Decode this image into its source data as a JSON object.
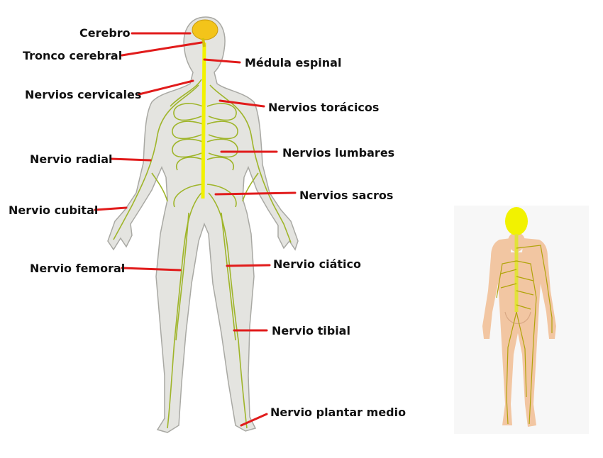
{
  "labels": {
    "cerebro": "Cerebro",
    "tronco": "Tronco cerebral",
    "medula": "Médula espinal",
    "cervicales": "Nervios cervicales",
    "toracicos": "Nervios torácicos",
    "radial": "Nervio radial",
    "lumbares": "Nervios lumbares",
    "sacros": "Nervios sacros",
    "cubital": "Nervio cubital",
    "femoral": "Nervio femoral",
    "ciatico": "Nervio ciático",
    "tibial": "Nervio tibial",
    "plantar": "Nervio plantar medio"
  },
  "colors": {
    "leader_line": "#e11b1b",
    "nerve": "#9fb52a",
    "spinal_cord": "#f2f200",
    "brain": "#f3c41a",
    "body_fill": "#e4e4e0",
    "body_outline": "#a9a9a4",
    "back_skin": "#f2c6a2",
    "back_panel": "#f7f7f7"
  }
}
